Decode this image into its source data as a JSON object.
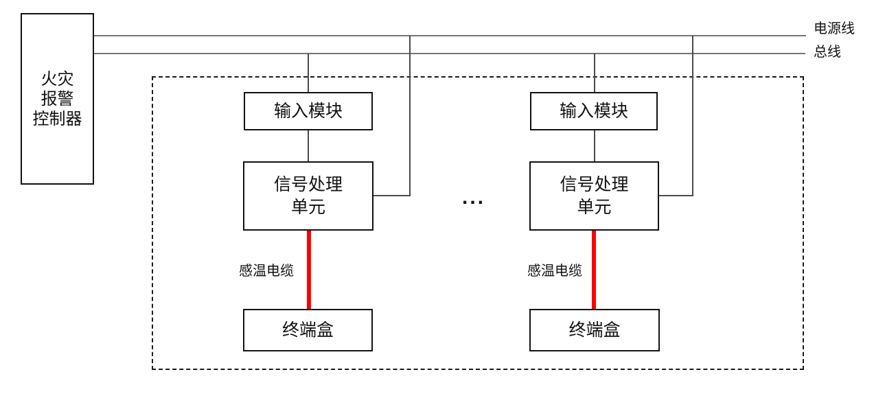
{
  "controller": {
    "line1": "火灾",
    "line2": "报警",
    "line3": "控制器"
  },
  "trunk_lines": {
    "power_label": "电源线",
    "bus_label": "总线"
  },
  "ellipsis": "...",
  "groups": [
    {
      "input_module": "输入模块",
      "signal_unit_line1": "信号处理",
      "signal_unit_line2": "单元",
      "cable_label": "感温电缆",
      "terminal_box": "终端盒"
    },
    {
      "input_module": "输入模块",
      "signal_unit_line1": "信号处理",
      "signal_unit_line2": "单元",
      "cable_label": "感温电缆",
      "terminal_box": "终端盒"
    }
  ],
  "colors": {
    "sensing_cable": "#ff0000",
    "trunk_line": "#757575",
    "wire": "#4a4a4a",
    "box_border": "#111111",
    "background": "#ffffff"
  }
}
